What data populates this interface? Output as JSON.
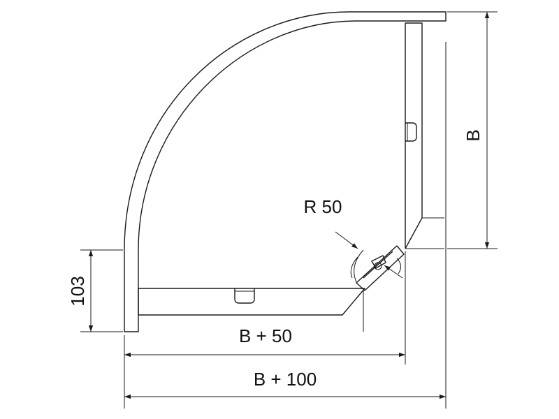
{
  "dimensions": {
    "width_total": "B + 100",
    "width_inner": "B + 50",
    "height": "B",
    "radius": "R 50",
    "side_height": "103"
  },
  "colors": {
    "line": "#1a1a1a",
    "background": "#ffffff"
  }
}
